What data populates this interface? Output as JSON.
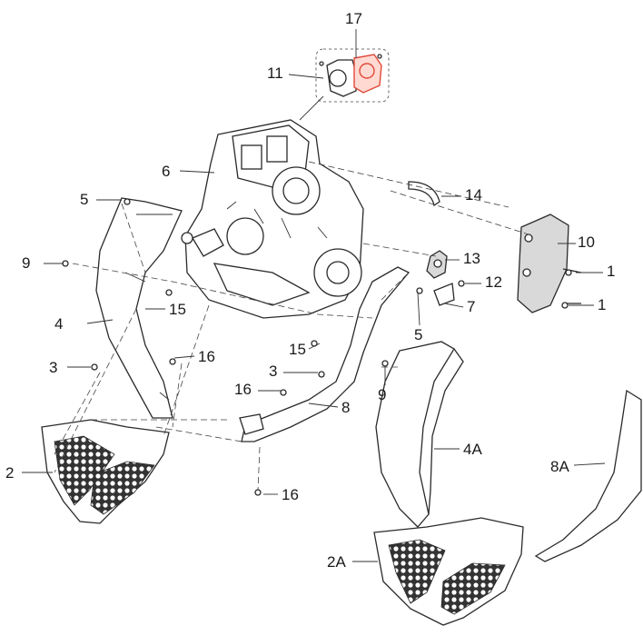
{
  "callouts": {
    "c17": "17",
    "c11": "11",
    "c6": "6",
    "c14": "14",
    "c5a": "5",
    "c10": "10",
    "c13": "13",
    "c1a": "1",
    "c12": "12",
    "c9a": "9",
    "c1b": "1",
    "c7": "7",
    "c15a": "15",
    "c4": "4",
    "c5b": "5",
    "c15b": "15",
    "c3a": "3",
    "c16a": "16",
    "c3b": "3",
    "c9b": "9",
    "c16b": "16",
    "c8": "8",
    "c4A": "4A",
    "c2": "2",
    "c8A": "8A",
    "c16c": "16",
    "c2A": "2A"
  },
  "colors": {
    "line": "#2a2a2a",
    "highlight": "#e04a3a",
    "mesh": "#3a3a3a",
    "background": "#ffffff"
  },
  "icons": {
    "throttle_body": "throttle-body-icon",
    "engine": "engine-icon"
  }
}
